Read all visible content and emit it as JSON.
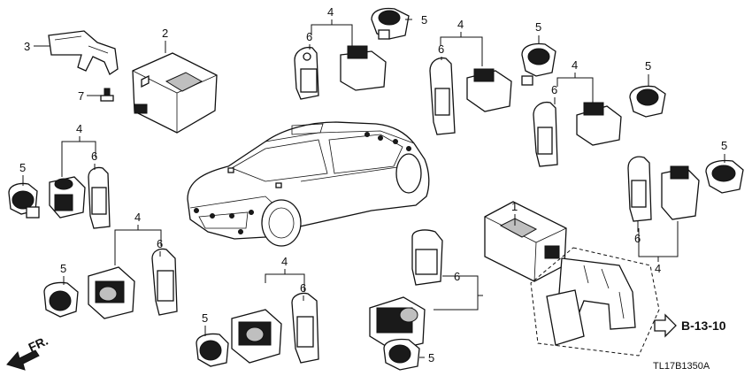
{
  "diagram": {
    "callouts": {
      "c1": "1",
      "c2": "2",
      "c3": "3",
      "c7": "7",
      "c4_a": "4",
      "c4_b": "4",
      "c4_c": "4",
      "c4_d": "4",
      "c4_e": "4",
      "c4_f": "4",
      "c4_g": "4",
      "c5_a": "5",
      "c5_b": "5",
      "c5_c": "5",
      "c5_d": "5",
      "c5_e": "5",
      "c5_f": "5",
      "c5_g": "5",
      "c5_h": "5",
      "c6_a": "6",
      "c6_b": "6",
      "c6_c": "6",
      "c6_d": "6",
      "c6_e": "6",
      "c6_f": "6",
      "c6_g": "6",
      "c6_h": "6"
    },
    "reference": "B-13-10",
    "direction_label": "FR.",
    "drawing_code": "TL17B1350A"
  }
}
